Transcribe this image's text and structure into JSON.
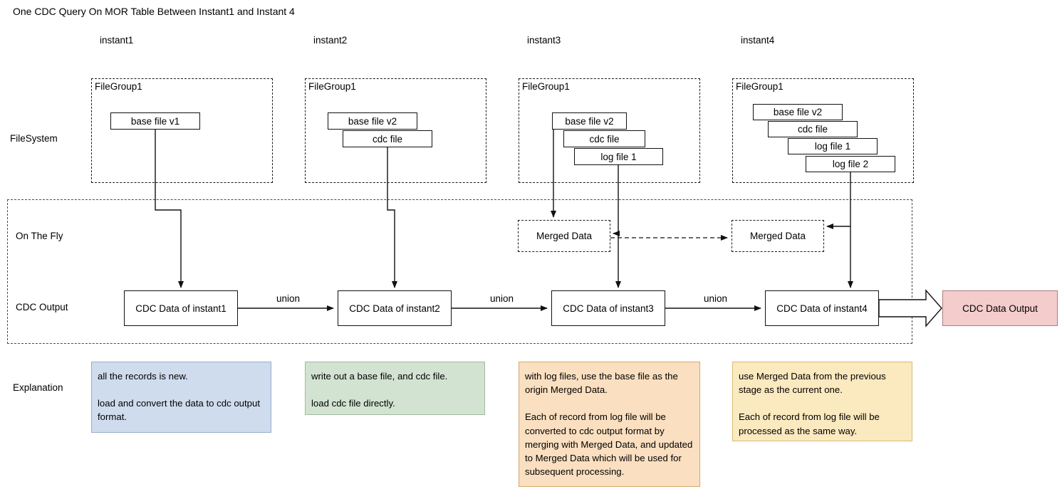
{
  "title": "One CDC Query On MOR Table Between Instant1 and Instant 4",
  "columns": [
    {
      "label": "instant1"
    },
    {
      "label": "instant2"
    },
    {
      "label": "instant3"
    },
    {
      "label": "instant4"
    }
  ],
  "rows": [
    {
      "label": "FileSystem"
    },
    {
      "label": "On The Fly"
    },
    {
      "label": "CDC Output"
    },
    {
      "label": "Explanation"
    }
  ],
  "filesystem": {
    "groups": [
      {
        "name": "FileGroup1",
        "files": [
          {
            "label": "base file v1"
          }
        ]
      },
      {
        "name": "FileGroup1",
        "files": [
          {
            "label": "base file v2"
          },
          {
            "label": "cdc file"
          }
        ]
      },
      {
        "name": "FileGroup1",
        "files": [
          {
            "label": "base file v2"
          },
          {
            "label": "cdc file"
          },
          {
            "label": "log file 1"
          }
        ]
      },
      {
        "name": "FileGroup1",
        "files": [
          {
            "label": "base file v2"
          },
          {
            "label": "cdc file"
          },
          {
            "label": "log file 1"
          },
          {
            "label": "log file 2"
          }
        ]
      }
    ]
  },
  "onthefly": {
    "merged": [
      {
        "label": "Merged Data"
      },
      {
        "label": "Merged Data"
      }
    ]
  },
  "cdcoutput": {
    "nodes": [
      {
        "label": "CDC Data of instant1"
      },
      {
        "label": "CDC Data of instant2"
      },
      {
        "label": "CDC Data of instant3"
      },
      {
        "label": "CDC Data of instant4"
      }
    ],
    "connectors": [
      {
        "label": "union"
      },
      {
        "label": "union"
      },
      {
        "label": "union"
      }
    ],
    "final": {
      "label": "CDC Data Output"
    }
  },
  "explanations": [
    {
      "text": "all the records is new.\n\nload and convert the data to cdc output format.",
      "color": "#cfdcee"
    },
    {
      "text": "write out a base file, and cdc file.\n\nload cdc file directly.",
      "color": "#d2e3d1"
    },
    {
      "text": "with log files, use the base file as the origin Merged Data.\n\nEach of record from log file will be converted to cdc output format by merging with Merged Data, and updated to Merged Data which will be used for subsequent processing.",
      "color": "#fadfc0"
    },
    {
      "text": "use Merged Data from the previous stage as the current one.\n\nEach of record from log file will be processed as the same way.",
      "color": "#fbe9bf"
    }
  ]
}
